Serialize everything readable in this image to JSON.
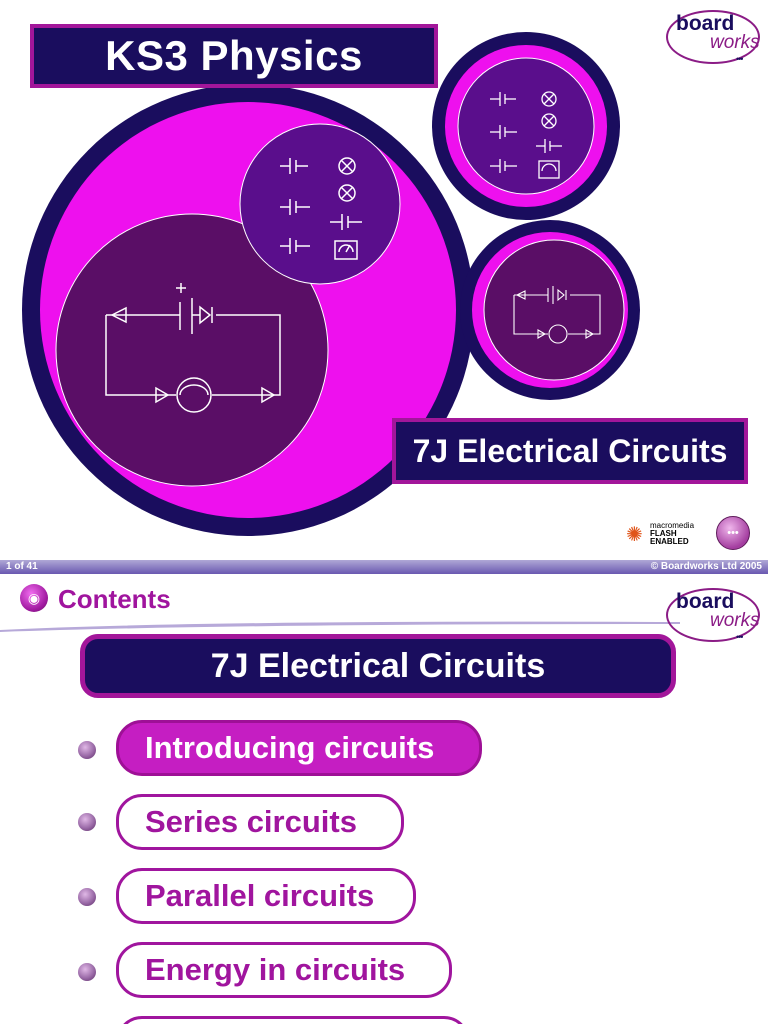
{
  "slide1": {
    "title": "KS3 Physics",
    "subtitle": "7J Electrical Circuits",
    "logo": {
      "board": "board",
      "works": "works",
      "dots": "•••"
    },
    "flash_badge": {
      "line1": "macromedia",
      "line2": "FLASH",
      "line3": "ENABLED"
    },
    "nav_button": "•••",
    "colors": {
      "navy": "#1a0d5e",
      "magenta": "#ee10ee",
      "purple": "#5a0e66",
      "violet": "#5a0e8c"
    }
  },
  "footer": {
    "page": "1 of 41",
    "copyright": "© Boardworks Ltd 2005"
  },
  "slide2": {
    "contents_icon": "contents-icon",
    "contents_label": "Contents",
    "logo": {
      "board": "board",
      "works": "works",
      "dots": "•••"
    },
    "heading": "7J Electrical Circuits",
    "menu": [
      {
        "label": "Introducing circuits",
        "active": true
      },
      {
        "label": "Series circuits",
        "active": false
      },
      {
        "label": "Parallel circuits",
        "active": false
      },
      {
        "label": "Energy in circuits",
        "active": false
      },
      {
        "label": "",
        "active": false
      }
    ]
  }
}
